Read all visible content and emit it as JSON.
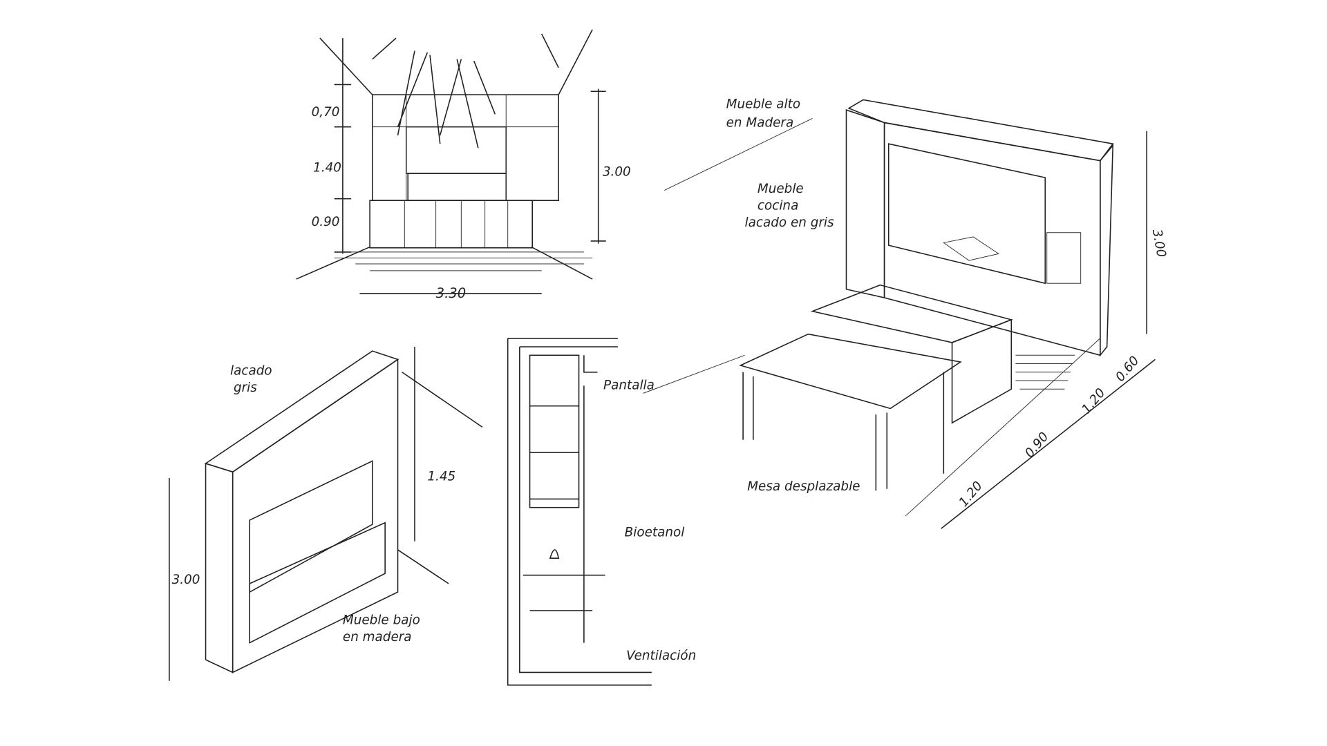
{
  "elevation": {
    "dims": [
      "0,70",
      "1.40",
      "0.90",
      "3.00",
      "3.30"
    ]
  },
  "isometric_kitchen": {
    "label_upper": [
      "Mueble alto",
      "en Madera"
    ],
    "label_cabinet": [
      "Mueble",
      "cocina",
      "lacado en gris"
    ],
    "height_dim": "3.00",
    "table_label": "Mesa desplazable",
    "floor_dims": [
      "1.20",
      "0.90",
      "1.20",
      "0.60"
    ]
  },
  "isometric_fireplace": {
    "label_lacquer": [
      "lacado",
      "gris"
    ],
    "dim_upper": "1.45",
    "dim_height": "3.00",
    "label_low": [
      "Mueble bajo",
      "en madera"
    ]
  },
  "section": {
    "labels": [
      "Pantalla",
      "Bioetanol",
      "Ventilación"
    ]
  },
  "colors": {
    "ink": "#222222",
    "dark_shade": "#5a5a5a",
    "mid_shade": "#8a8a8a",
    "light_shade": "#d6d6d6"
  }
}
